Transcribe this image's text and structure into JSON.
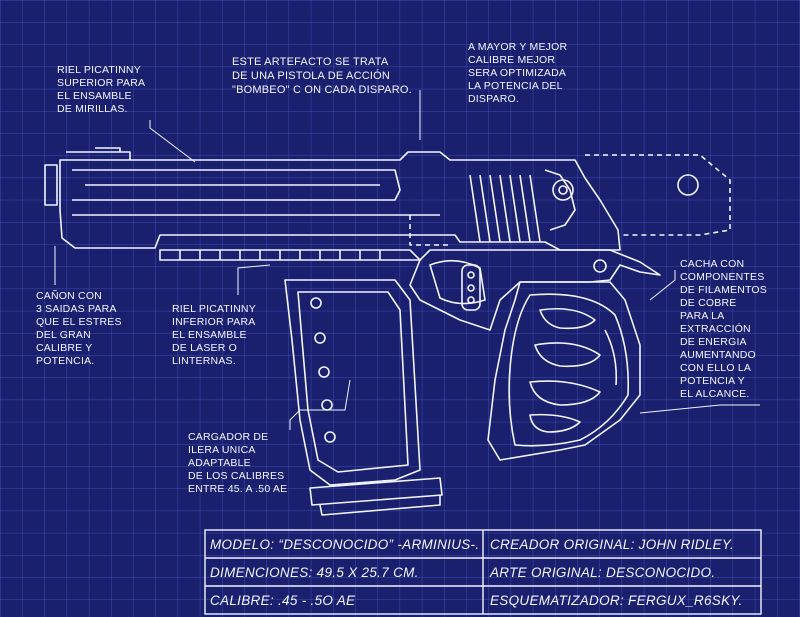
{
  "annotations": {
    "rail_top": "RIEL PICATINNY\nSUPERIOR PARA\nEL ENSAMBLE\nDE MIRILLAS.",
    "action": "ESTE ARTEFACTO SE TRATA\nDE UNA PISTOLA DE ACCIÓN\n\"BOMBEO\" C ON CADA DISPARO.",
    "caliber_note": "A MAYOR Y MEJOR\nCALIBRE MEJOR\nSERA OPTIMIZADA\nLA POTENCIA DEL\nDISPARO.",
    "barrel": "CAÑON CON\n3 SAIDAS PARA\nQUE EL ESTRES\nDEL GRAN\nCALIBRE Y\nPOTENCIA.",
    "rail_bottom": "RIEL PICATINNY\nINFERIOR PARA\nEL ENSAMBLE\nDE LASER O\nLINTERNAS.",
    "magazine": "CARGADOR DE\nILERA UNICA\nADAPTABLE\nDE LOS CALIBRES\nENTRE 45. A .50 AE",
    "grip": "CACHA CON\nCOMPONENTES\nDE FILAMENTOS\nDE  COBRE\nPARA LA\nEXTRACCIÓN\nDE ENERGIA\nAUMENTANDO\nCON ELLO LA\nPOTENCIA Y\nEL ALCANCE."
  },
  "spec_table": {
    "model": "MODELO:  “DESCONOCIDO” -ARMINIUS-.",
    "dimensions": "DIMENCIONES: 49.5 X 25.7 CM.",
    "caliber": "CALIBRE: .45 - .5O AE",
    "creator": "CREADOR ORIGINAL: JOHN RIDLEY.",
    "art": "ARTE ORIGINAL: DESCONOCIDO.",
    "schematic": "ESQUEMATIZADOR: FERGUX_R6SKY."
  },
  "colors": {
    "background": "#1a1f6e",
    "grid": "#4a5cc4",
    "ink": "#f2f4ff"
  }
}
